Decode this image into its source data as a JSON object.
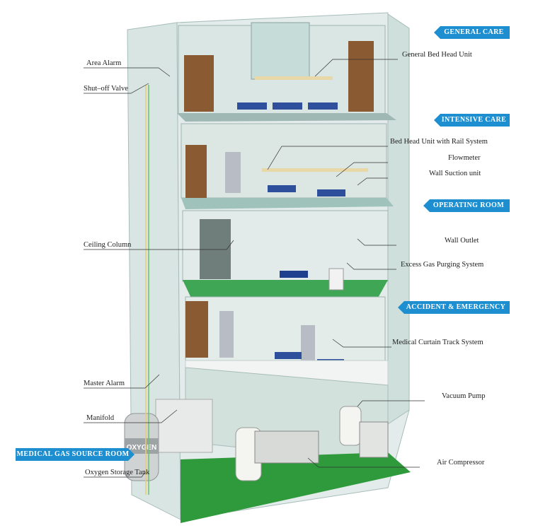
{
  "floors": {
    "general_care": "GENERAL  CARE",
    "intensive_care": "INTENSIVE  CARE",
    "operating_room": "OPERATING  ROOM",
    "accident_emergency": "ACCIDENT  &  EMERGENCY",
    "source_room": "MEDICAL GAS SOURCE ROOM"
  },
  "labels": {
    "area_alarm": "Area Alarm",
    "shutoff_valve": "Shut–off Valve",
    "general_bed_head_unit": "General Bed Head Unit",
    "bed_head_rail": "Bed Head Unit with Rail System",
    "flowmeter": "Flowmeter",
    "wall_suction": "Wall Suction unit",
    "ceiling_column": "Ceiling Column",
    "wall_outlet": "Wall Outlet",
    "excess_gas": "Excess Gas Purging System",
    "curtain_track": "Medical Curtain Track System",
    "master_alarm": "Master Alarm",
    "vacuum_pump": "Vacuum Pump",
    "manifold": "Manifold",
    "air_compressor": "Air Compressor",
    "oxygen_tank": "Oxygen Storage Tank"
  },
  "tank_text": "OXYGEN",
  "colors": {
    "banner": "#1d8fd1",
    "glass": "#cfe0dc",
    "or_floor": "#3fa655",
    "source_floor": "#2f9a3c"
  }
}
